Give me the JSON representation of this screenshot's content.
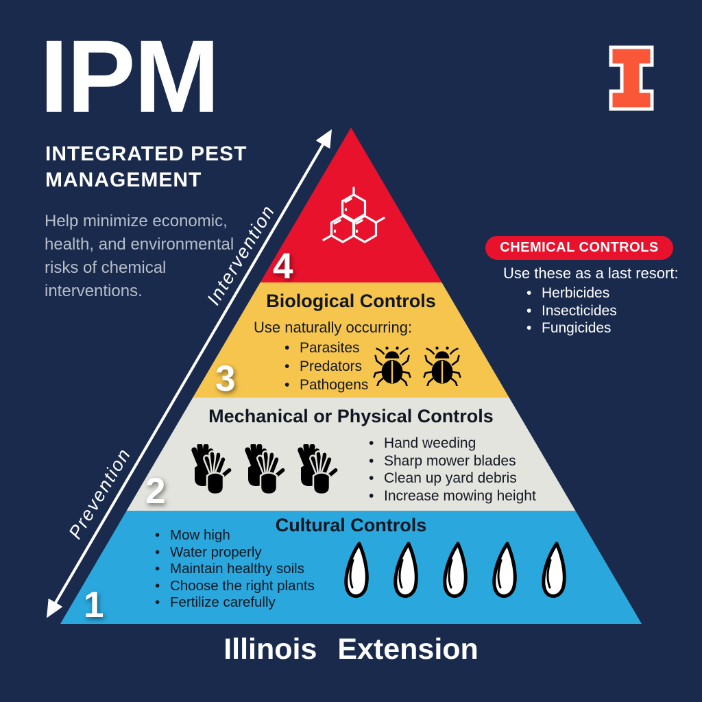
{
  "header": {
    "title": "IPM",
    "subtitle_lines": [
      "INTEGRATED PEST",
      "MANAGEMENT"
    ],
    "description_lines": [
      "Help minimize economic,",
      "health, and environmental",
      "risks of chemical",
      "interventions."
    ]
  },
  "logo": {
    "name": "illinois-block-i-logo",
    "color": "#F95738"
  },
  "axis": {
    "upper_label": "Intervention",
    "lower_label": "Prevention"
  },
  "pyramid": {
    "levels": [
      {
        "number": "4",
        "title": "Chemical Controls",
        "color": "#E8122D",
        "icon": "molecule-icon",
        "icon_count": 1
      },
      {
        "number": "3",
        "title": "Biological Controls",
        "color": "#F6C54E",
        "icon": "beetle-icon",
        "icon_count": 2,
        "intro": "Use naturally occurring:",
        "bullets": [
          "Parasites",
          "Predators",
          "Pathogens"
        ]
      },
      {
        "number": "2",
        "title": "Mechanical or Physical Controls",
        "color": "#E4E4DE",
        "icon": "glove-icon",
        "icon_count": 3,
        "bullets": [
          "Hand weeding",
          "Sharp mower blades",
          "Clean up yard debris",
          "Increase mowing height"
        ]
      },
      {
        "number": "1",
        "title": "Cultural Controls",
        "color": "#2AA7DC",
        "icon": "seed-icon",
        "icon_count": 5,
        "bullets": [
          "Mow high",
          "Water properly",
          "Maintain healthy soils",
          "Choose the right plants",
          "Fertilize carefully"
        ]
      }
    ]
  },
  "callout": {
    "title": "CHEMICAL CONTROLS",
    "intro": "Use these as a last resort:",
    "bullets": [
      "Herbicides",
      "Insecticides",
      "Fungicides"
    ],
    "color": "#E8122D"
  },
  "footer": {
    "brand": "Illinois Extension"
  },
  "colors": {
    "background": "#1A2A4C",
    "text_light": "#FFFFFF",
    "text_muted": "#B8BFCA",
    "text_dark": "#111722",
    "arrow": "#FFFFFF"
  }
}
